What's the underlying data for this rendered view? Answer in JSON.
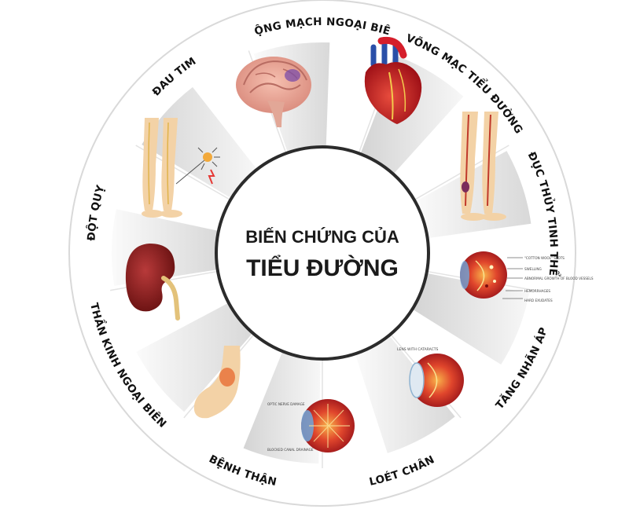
{
  "center": {
    "line1": "BIẾN CHỨNG CỦA",
    "line2": "TIỂU ĐƯỜNG"
  },
  "segments": [
    {
      "label": "ĐỘT QUỴ",
      "icon": "brain-icon"
    },
    {
      "label": "ĐAU TIM",
      "icon": "heart-icon"
    },
    {
      "label": "ĐỘNG MẠCH NGOẠI BIÊN",
      "icon": "legs-arteries-icon"
    },
    {
      "label": "VÕNG MẠC TIỂU ĐƯỜNG",
      "icon": "retina-eye-icon",
      "annotations": [
        "\"COTTON WOOL\" SPOTS",
        "SWELLING",
        "ABNORMAL GROWTH OF BLOOD VESSELS",
        "HEMORRHAGES",
        "HARD EXUDATES"
      ]
    },
    {
      "label": "ĐỤC THỦY TINH THỂ",
      "icon": "cataract-eye-icon",
      "annotations": [
        "LENS WITH CATARACTS"
      ]
    },
    {
      "label": "TĂNG NHÃN ÁP",
      "icon": "glaucoma-eye-icon",
      "annotations": [
        "BLOCKED CANAL DRAINAGE",
        "OPTIC NERVE DAMAGE"
      ]
    },
    {
      "label": "LOÉT CHÂN",
      "icon": "foot-ulcer-icon"
    },
    {
      "label": "BỆNH THẬN",
      "icon": "kidney-icon"
    },
    {
      "label": "THẦN KINH NGOẠI BIÊN",
      "icon": "legs-nerves-icon"
    }
  ],
  "colors": {
    "ring": "#ffffff",
    "ring_border": "#cfcfcf",
    "segment_shade": "#b9b9b9",
    "segment_light": "#f4f4f4",
    "center_border": "#2b2b2b",
    "heart_red": "#c8102e",
    "eye_red": "#d2382b",
    "skin": "#f3d2a6"
  }
}
